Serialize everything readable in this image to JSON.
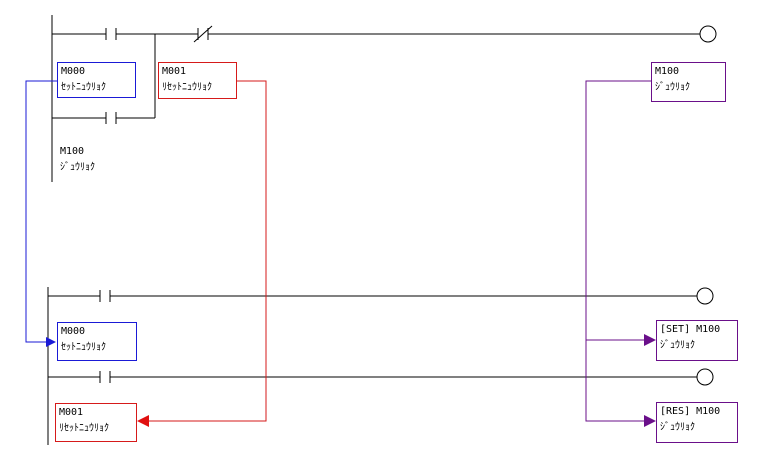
{
  "colors": {
    "wire": "#000000",
    "blue": "#1a1ad6",
    "red": "#d61a1a",
    "purple": "#6a0f8a"
  },
  "rung1": {
    "set_contact": {
      "device": "M000",
      "comment": "ｾｯﾄﾆｭｳﾘｮｸ"
    },
    "reset_contact": {
      "device": "M001",
      "comment": "ﾘｾｯﾄﾆｭｳﾘｮｸ"
    },
    "self_hold_contact": {
      "device": "M100",
      "comment": "ｼﾞｭｳﾘｮｸ"
    },
    "coil": {
      "device": "M100",
      "comment": "ｼﾞｭｳﾘｮｸ"
    }
  },
  "rung2": {
    "set_contact": {
      "device": "M000",
      "comment": "ｾｯﾄﾆｭｳﾘｮｸ"
    },
    "reset_contact": {
      "device": "M001",
      "comment": "ﾘｾｯﾄﾆｭｳﾘｮｸ"
    },
    "set_coil": {
      "device": "[SET] M100",
      "comment": "ｼﾞｭｳﾘｮｸ"
    },
    "reset_coil": {
      "device": "[RES] M100",
      "comment": "ｼﾞｭｳﾘｮｸ"
    }
  }
}
